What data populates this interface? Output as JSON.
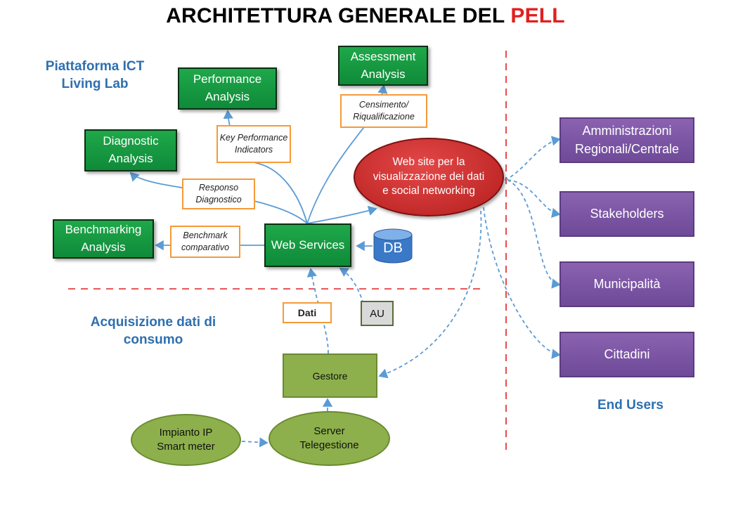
{
  "title": {
    "main": "ARCHITETTURA GENERALE DEL ",
    "accent": "PELL"
  },
  "sections": {
    "platform": "Piattaforma ICT Living Lab",
    "acquisition": "Acquisizione dati di consumo",
    "end_users": "End Users"
  },
  "modules": {
    "performance": "Performance Analysis",
    "assessment": "Assessment Analysis",
    "diagnostic": "Diagnostic Analysis",
    "benchmarking": "Benchmarking Analysis",
    "web_services": "Web Services",
    "db": "DB",
    "au": "AU"
  },
  "notes": {
    "kpi": "Key Performance Indicators",
    "censimento": "Censimento/ Riqualificazione",
    "responso": "Responso Diagnostico",
    "benchmark": "Benchmark comparativo",
    "dati": "Dati"
  },
  "website": "Web site per la visualizzazione dei dati e social networking",
  "acquisition_nodes": {
    "gestore": "Gestore",
    "impianto": "Impianto IP Smart meter",
    "server": "Server Telegestione"
  },
  "end_users": {
    "amministrazioni": "Amministrazioni Regionali/Centrale",
    "stakeholders": "Stakeholders",
    "municipalita": "Municipalità",
    "cittadini": "Cittadini"
  },
  "colors": {
    "module_green": "#1fa84a",
    "user_purple": "#7d57a6",
    "website_red": "#d03030",
    "note_orange": "#f59a3a",
    "acquisition_olive": "#8db04c",
    "connector_blue": "#5b9bd5",
    "divider_red": "#e02020",
    "section_blue": "#2e6fb0"
  }
}
